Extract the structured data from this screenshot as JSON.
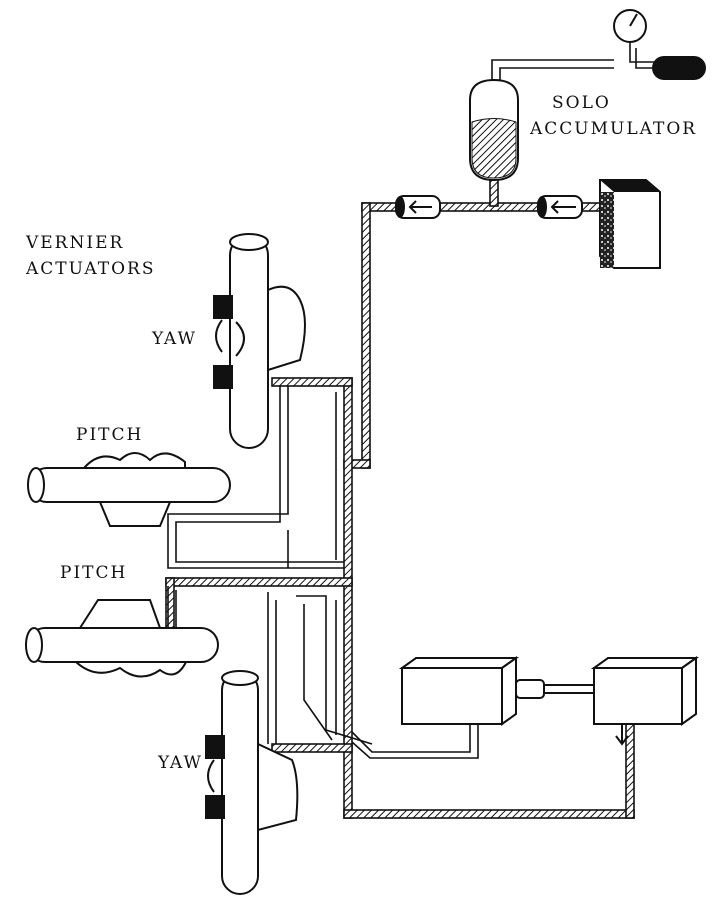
{
  "labels": {
    "solo": "SOLO",
    "accumulator": "ACCUMULATOR",
    "vernier": "VERNIER",
    "actuators": "ACTUATORS",
    "yaw_top": "YAW",
    "pitch_upper": "PITCH",
    "pitch_lower": "PITCH",
    "yaw_bottom": "YAW"
  },
  "colors": {
    "ink": "#111111",
    "paper": "#ffffff"
  },
  "icons": [
    "pressure-gauge-icon",
    "flow-arrow-icon"
  ]
}
